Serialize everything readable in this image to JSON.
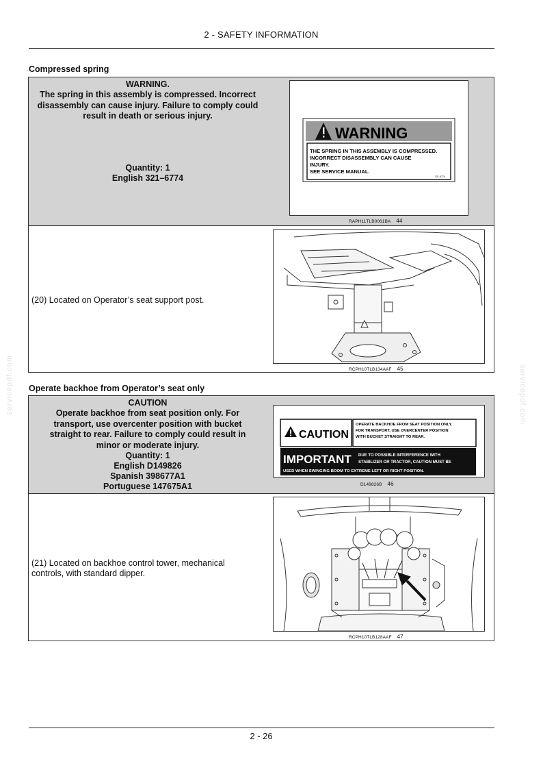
{
  "header": {
    "title": "2 - SAFETY INFORMATION"
  },
  "sections": [
    {
      "title": "Compressed spring",
      "warning_heading": "WARNING.",
      "warning_body": "The spring in this assembly is compressed. Incorrect disassembly can cause injury. Failure to comply could result in death or serious injury.",
      "quantity": "Quantity: 1",
      "part_lines": [
        "English 321–6774"
      ],
      "decal": {
        "signal_word": "WARNING",
        "lines": [
          "THE SPRING IN THIS ASSEMBLY IS COMPRESSED.",
          "INCORRECT DISASSEMBLY CAN CAUSE",
          "INJURY.",
          "SEE SERVICE MANUAL."
        ],
        "code": "321-6774"
      },
      "decal_figure": {
        "ref": "RAPH11TLB0061BA",
        "number": "44"
      },
      "location_text": "(20) Located on Operator’s seat support post.",
      "location_figure": {
        "ref": "RCPH10TLB134AAF",
        "number": "45"
      }
    },
    {
      "title": "Operate backhoe from Operator’s seat only",
      "warning_heading": "CAUTION",
      "warning_body": "Operate backhoe from seat position only. For transport, use overcenter position with bucket straight to rear. Failure to comply could result in minor or moderate injury.",
      "quantity": "Quantity: 1",
      "part_lines": [
        "English D149826",
        "Spanish 398677A1",
        "Portuguese 147675A1"
      ],
      "decal": {
        "signal_word": "CAUTION",
        "caution_lines": [
          "OPERATE BACKHOE FROM SEAT POSITION ONLY.",
          "FOR TRANSPORT, USE OVERCENTER POSITION",
          "WITH BUCKET STRAIGHT TO REAR."
        ],
        "important_word": "IMPORTANT",
        "important_lines": [
          "DUE TO POSSIBLE INTERFERENCE WITH",
          "STABILIZER OR TRACTOR, CAUTION MUST BE",
          "USED WHEN SWINGING BOOM TO EXTREME LEFT OR RIGHT POSITION."
        ]
      },
      "decal_figure": {
        "ref": "D149826B",
        "number": "46"
      },
      "location_text": "(21) Located on backhoe control tower, mechanical controls, with standard dipper.",
      "location_figure": {
        "ref": "RCPH10TLB128AAF",
        "number": "47"
      }
    }
  ],
  "footer": {
    "page_number": "2 - 26"
  },
  "watermark": {
    "text": "servicepdf.com"
  }
}
